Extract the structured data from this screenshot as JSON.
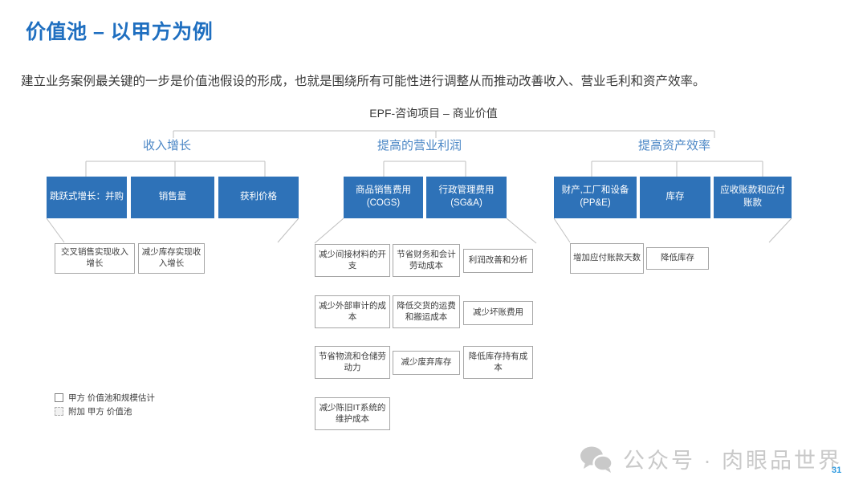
{
  "slide": {
    "title": "价值池 – 以甲方为例",
    "subtitle": "建立业务案例最关键的一步是价值池假设的形成，也就是围绕所有可能性进行调整从而推动改善收入、营业毛利和资产效率。",
    "chart_title": "EPF-咨询项目 – 商业价值",
    "page_number": "31",
    "accent_color": "#1f6fc0",
    "box_blue": "#2e72b8",
    "header_blue": "#4a86c5"
  },
  "groups": [
    {
      "header": "收入增长",
      "blue_boxes": [
        "跳跃式增长：并购",
        "销售量",
        "获利价格"
      ],
      "white_boxes": [
        "交叉销售实现收入增长",
        "减少库存实现收入增长"
      ]
    },
    {
      "header": "提高的营业利润",
      "blue_boxes": [
        "商品销售费用(COGS)",
        "行政管理费用(SG&A)"
      ],
      "white_boxes": [
        "减少间接材料的开支",
        "节省财务和会计劳动成本",
        "利润改善和分析",
        "减少外部审计的成本",
        "降低交货的运费和搬运成本",
        "减少坏账费用",
        "节省物流和仓储劳动力",
        "减少废弃库存",
        "降低库存持有成本",
        "减少陈旧IT系统的维护成本"
      ]
    },
    {
      "header": "提高资产效率",
      "blue_boxes": [
        "财产,工厂和设备(PP&E)",
        "库存",
        "应收账款和应付账款"
      ],
      "white_boxes": [
        "增加应付账款天数",
        "降低库存"
      ]
    }
  ],
  "legend": {
    "items": [
      {
        "label": "甲方 价值池和规模估计",
        "style": "solid"
      },
      {
        "label": "附加 甲方 价值池",
        "style": "dashed"
      }
    ]
  },
  "watermark": {
    "text": "公众号 · 肉眼品世界",
    "icon": "wechat-icon"
  }
}
